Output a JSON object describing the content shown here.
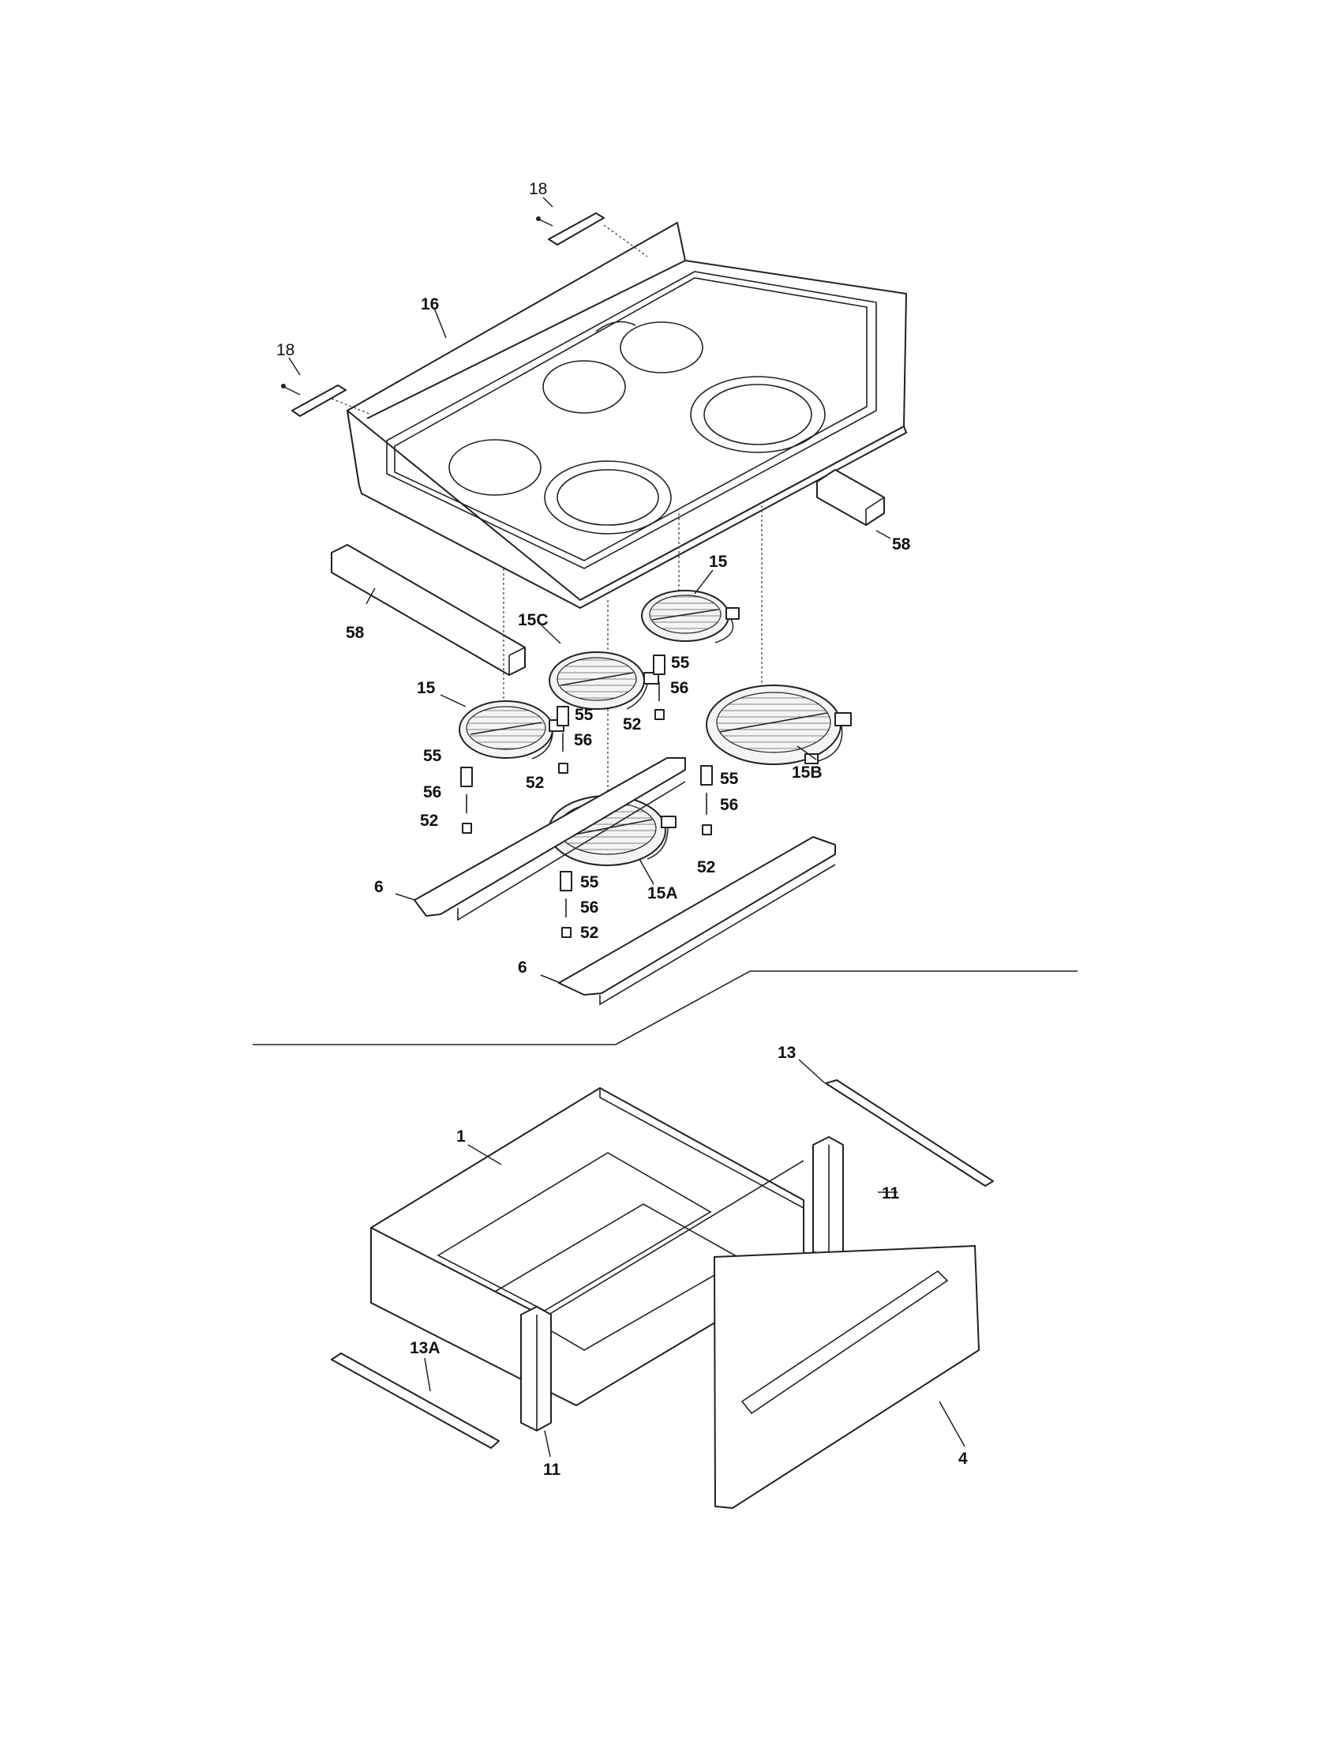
{
  "diagram": {
    "top_assembly": {
      "labels": {
        "bracket_right": "18",
        "bracket_left": "18",
        "cooktop": "16",
        "trim_right": "58",
        "trim_left": "58",
        "element_rear_right": "15",
        "element_center": "15C",
        "element_left": "15",
        "element_large_right": "15B",
        "element_front": "15A",
        "spacer_a": "55",
        "screw_a": "56",
        "nut_a": "52",
        "spacer_b": "55",
        "screw_b": "56",
        "nut_b": "52",
        "spacer_c": "55",
        "screw_c": "56",
        "nut_c": "52",
        "spacer_d": "55",
        "screw_d": "56",
        "nut_d": "52",
        "spacer_e": "55",
        "screw_e": "56",
        "nut_e": "52",
        "support_left": "6",
        "support_right": "6"
      }
    },
    "drawer_assembly": {
      "labels": {
        "drawer_body": "1",
        "rail_right": "13",
        "rail_left": "13A",
        "bracket_right": "11",
        "bracket_left": "11",
        "drawer_front": "4"
      }
    }
  }
}
